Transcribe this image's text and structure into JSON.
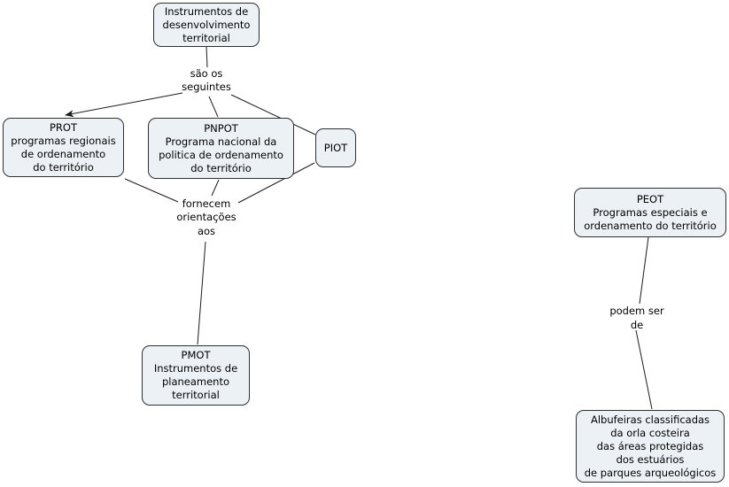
{
  "diagram": {
    "type": "concept-map",
    "background_color": "#ffffff",
    "node_fill_color": "#ecf1f5",
    "node_border_color": "#2f2f2f",
    "line_color": "#1c1c1c",
    "concepts": [
      {
        "id": "instrumentos",
        "text": "Instrumentos de\ndesenvolvimento\nterritorial"
      },
      {
        "id": "prot",
        "text": "PROT\nprogramas regionais\nde ordenamento\ndo território"
      },
      {
        "id": "pnpot",
        "text": "PNPOT\nPrograma nacional da\npolitica de ordenamento\ndo território"
      },
      {
        "id": "piot",
        "text": "PIOT"
      },
      {
        "id": "pmot",
        "text": "PMOT\nInstrumentos de\nplaneamento\nterritorial"
      },
      {
        "id": "peot",
        "text": "PEOT\nProgramas especiais e\nordenamento do território"
      },
      {
        "id": "albufeiras",
        "text": "Albufeiras classificadas\nda orla costeira\ndas áreas protegidas\ndos estuários\nde parques arqueológicos"
      }
    ],
    "linking_phrases": [
      {
        "id": "sao-os-seguintes",
        "text": "são os\nseguintes"
      },
      {
        "id": "fornecem-orientacoes-aos",
        "text": "fornecem\norientações\naos"
      },
      {
        "id": "podem-ser-de",
        "text": "podem ser\nde"
      }
    ]
  }
}
